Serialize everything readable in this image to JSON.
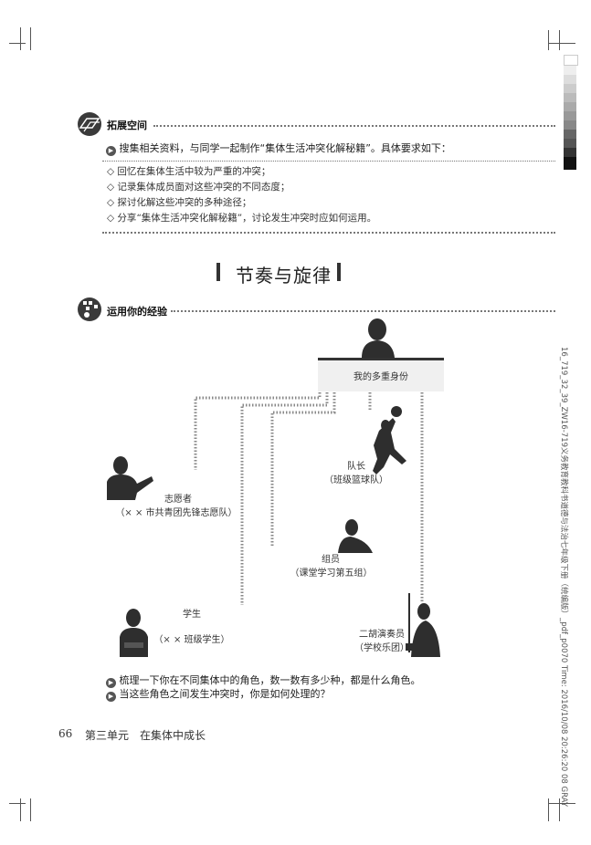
{
  "extend_section": {
    "title": "拓展空间",
    "task": "搜集相关资料，与同学一起制作“集体生活冲突化解秘籍”。具体要求如下：",
    "requirements": [
      "回忆在集体生活中较为严重的冲突；",
      "记录集体成员面对这些冲突的不同态度；",
      "探讨化解这些冲突的多种途径；",
      "分享“集体生活冲突化解秘籍”，讨论发生冲突时应如何运用。"
    ]
  },
  "lesson_title": "节奏与旋律",
  "experience_section": {
    "title": "运用你的经验",
    "diagram": {
      "center": "我的多重身份",
      "roles": {
        "volunteer": {
          "name": "志愿者",
          "detail": "（× × 市共青团先锋志愿队）"
        },
        "captain": {
          "name": "队长",
          "detail": "（班级篮球队）"
        },
        "member": {
          "name": "组员",
          "detail": "（课堂学习第五组）"
        },
        "student": {
          "name": "学生",
          "detail": "（× × 班级学生）"
        },
        "erhu": {
          "name": "二胡演奏员",
          "detail": "（学校乐团）"
        }
      }
    },
    "questions": [
      "梳理一下你在不同集体中的角色，数一数有多少种，都是什么角色。",
      "当这些角色之间发生冲突时，你是如何处理的？"
    ]
  },
  "footer": {
    "page_number": "66",
    "unit_text": "第三单元　在集体中成长"
  },
  "side_print": "16_719_32_39_ZW16-719义务教育教科书道德与法治七年级下册（统编版）_pdf_p0070 Time: 2016/10/08 20:26:20 08 GRAY",
  "colors": {
    "dotted": "#777777",
    "text": "#222222",
    "bullet": "#555555"
  }
}
